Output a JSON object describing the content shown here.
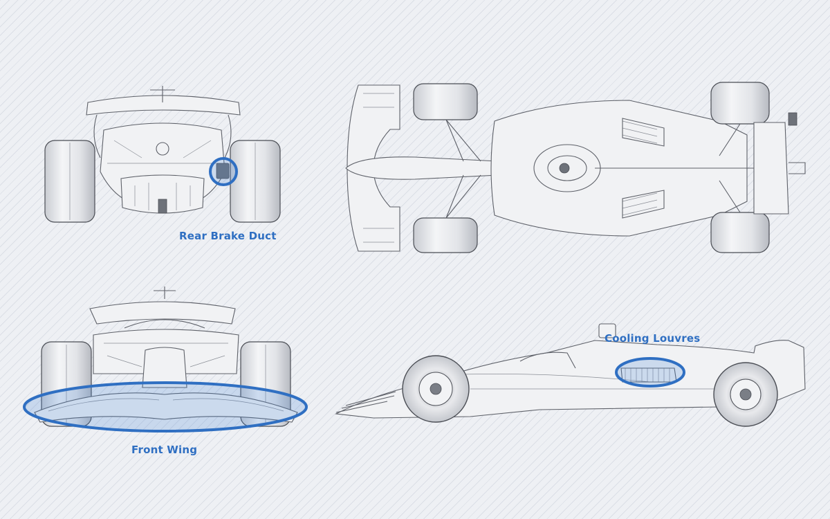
{
  "callouts": {
    "rear_brake_duct": "Rear Brake Duct",
    "front_wing": "Front Wing",
    "cooling_louvres": "Cooling Louvres"
  },
  "colors": {
    "highlight": "#2f6fc2",
    "background": "#eef0f4",
    "linework": "#5d6068"
  }
}
